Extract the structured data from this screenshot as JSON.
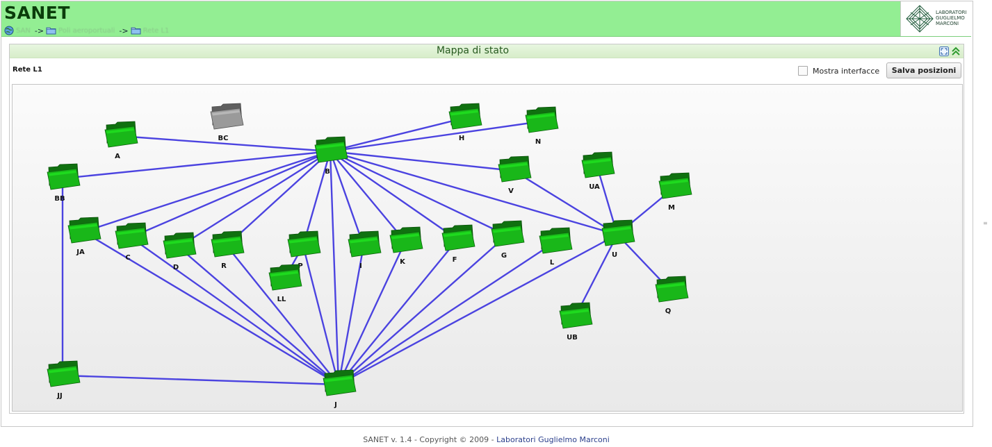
{
  "header": {
    "title": "SANET",
    "breadcrumb": [
      {
        "label": "SAN",
        "icon": "globe-icon"
      },
      {
        "label": "Poli aeroportuali",
        "icon": "folder-icon"
      },
      {
        "label": "Rete L1",
        "icon": "folder-icon"
      }
    ],
    "separator": "->",
    "logo_text": [
      "LABORATORI",
      "GUGLIELMO",
      "MARCONI"
    ]
  },
  "panel": {
    "title": "Mappa di stato",
    "network_name": "Rete L1",
    "show_interfaces_label": "Mostra interfacce",
    "show_interfaces_checked": false,
    "save_positions_label": "Salva posizioni"
  },
  "map": {
    "nodes": [
      {
        "id": "A",
        "status": "up"
      },
      {
        "id": "BC",
        "status": "unknown"
      },
      {
        "id": "B",
        "status": "up"
      },
      {
        "id": "H",
        "status": "up"
      },
      {
        "id": "N",
        "status": "up"
      },
      {
        "id": "BB",
        "status": "up"
      },
      {
        "id": "V",
        "status": "up"
      },
      {
        "id": "UA",
        "status": "up"
      },
      {
        "id": "M",
        "status": "up"
      },
      {
        "id": "JA",
        "status": "up"
      },
      {
        "id": "C",
        "status": "up"
      },
      {
        "id": "D",
        "status": "up"
      },
      {
        "id": "R",
        "status": "up"
      },
      {
        "id": "P",
        "status": "up"
      },
      {
        "id": "I",
        "status": "up"
      },
      {
        "id": "K",
        "status": "up"
      },
      {
        "id": "F",
        "status": "up"
      },
      {
        "id": "G",
        "status": "up"
      },
      {
        "id": "L",
        "status": "up"
      },
      {
        "id": "U",
        "status": "up"
      },
      {
        "id": "LL",
        "status": "up"
      },
      {
        "id": "Q",
        "status": "up"
      },
      {
        "id": "UB",
        "status": "up"
      },
      {
        "id": "JJ",
        "status": "up"
      },
      {
        "id": "J",
        "status": "up"
      }
    ],
    "links": [
      [
        "A",
        "B"
      ],
      [
        "H",
        "B"
      ],
      [
        "N",
        "B"
      ],
      [
        "BB",
        "B"
      ],
      [
        "V",
        "B"
      ],
      [
        "V",
        "U"
      ],
      [
        "U",
        "B"
      ],
      [
        "JA",
        "B"
      ],
      [
        "C",
        "B"
      ],
      [
        "D",
        "B"
      ],
      [
        "R",
        "B"
      ],
      [
        "P",
        "B"
      ],
      [
        "I",
        "B"
      ],
      [
        "K",
        "B"
      ],
      [
        "F",
        "B"
      ],
      [
        "G",
        "B"
      ],
      [
        "B",
        "J"
      ],
      [
        "UA",
        "U"
      ],
      [
        "M",
        "U"
      ],
      [
        "Q",
        "U"
      ],
      [
        "UB",
        "U"
      ],
      [
        "U",
        "J"
      ],
      [
        "JA",
        "J"
      ],
      [
        "C",
        "J"
      ],
      [
        "D",
        "J"
      ],
      [
        "R",
        "J"
      ],
      [
        "P",
        "J"
      ],
      [
        "I",
        "J"
      ],
      [
        "K",
        "J"
      ],
      [
        "F",
        "J"
      ],
      [
        "G",
        "J"
      ],
      [
        "L",
        "J"
      ],
      [
        "P",
        "LL"
      ],
      [
        "BB",
        "JJ"
      ],
      [
        "JJ",
        "J"
      ]
    ],
    "link_color": "#4b43e0",
    "up_color": "#19b719",
    "unknown_color": "#9a9a9a"
  },
  "footer": {
    "text": "SANET v. 1.4 - Copyright © 2009 -",
    "link": "Laboratori Guglielmo Marconi"
  }
}
